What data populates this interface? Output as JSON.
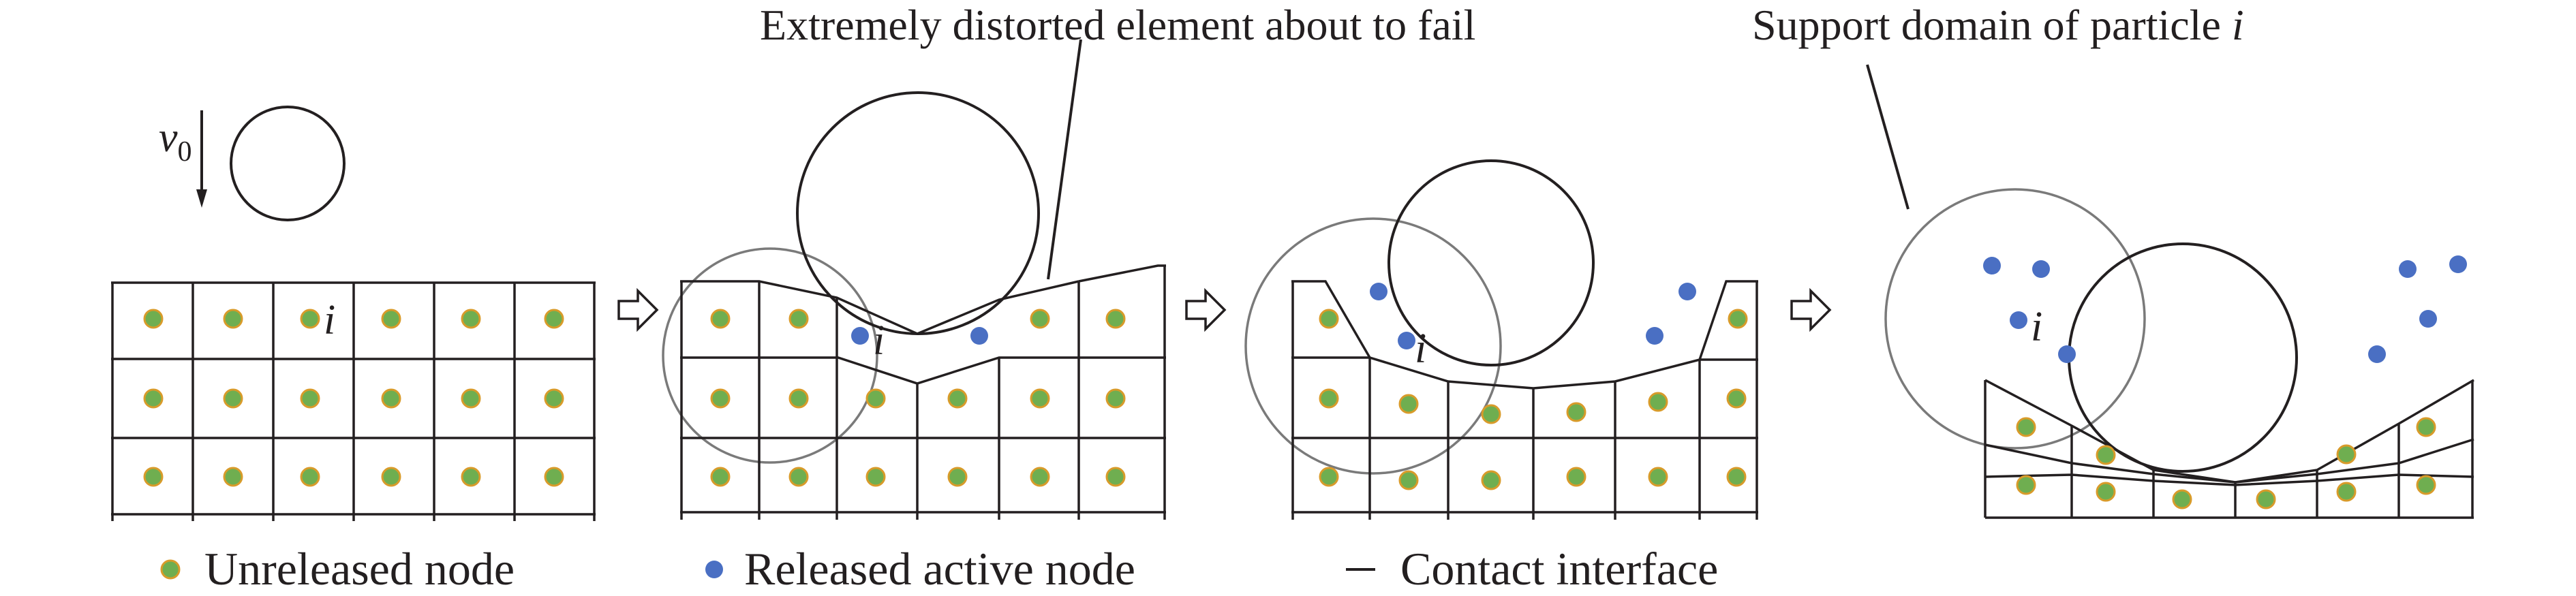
{
  "figure": {
    "annotations": {
      "distorted_element": "Extremely distorted element about to fail",
      "support_domain_prefix": "Support domain of particle ",
      "support_domain_symbol": "i"
    },
    "labels": {
      "velocity_symbol": "v",
      "velocity_subscript": "0",
      "particle_symbol": "i"
    },
    "legend": {
      "unreleased_node": "Unreleased node",
      "released_active_node": "Released active node",
      "contact_interface": "Contact interface"
    },
    "colors": {
      "unreleased_node_fill": "#6fae50",
      "unreleased_node_ring": "#d89b2a",
      "released_node_fill": "#4a6fc3",
      "line": "#231f20",
      "support_domain": "#7a7a7a"
    }
  }
}
